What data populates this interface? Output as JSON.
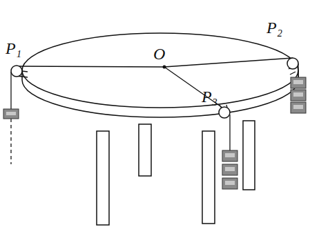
{
  "diagram": {
    "labels": [
      "P₁",
      "P₂",
      "P₃",
      "O"
    ]
  }
}
